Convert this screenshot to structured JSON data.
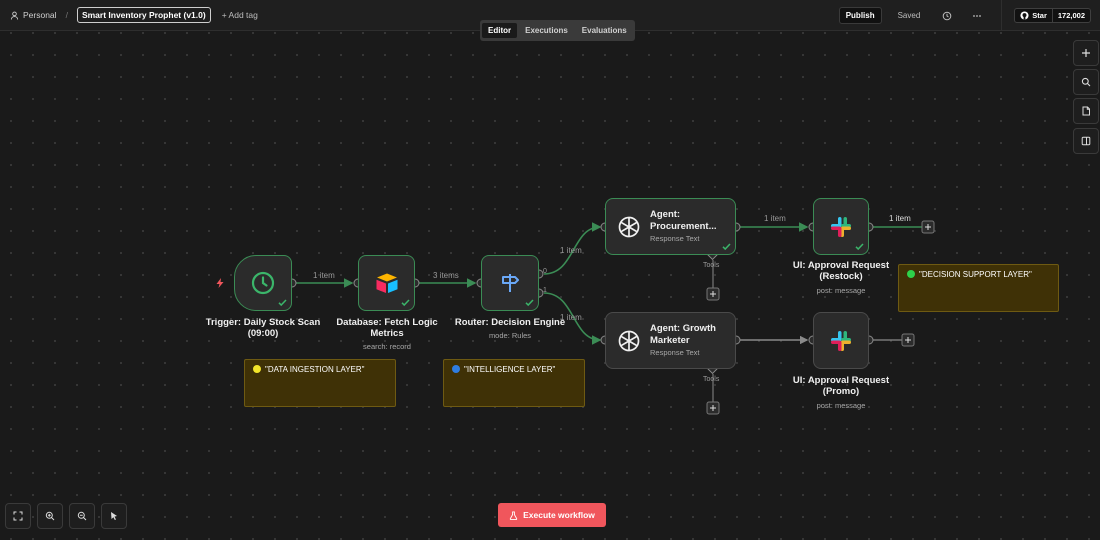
{
  "topbar": {
    "workspace": "Personal",
    "workflow_name": "Smart Inventory Prophet (v1.0)",
    "add_tag": "+ Add tag",
    "publish": "Publish",
    "saved": "Saved",
    "star": "Star",
    "star_count": "172,002"
  },
  "tabs": [
    "Editor",
    "Executions",
    "Evaluations"
  ],
  "active_tab": "Editor",
  "nodes": {
    "trigger": {
      "title": "Trigger: Daily Stock Scan (09:00)"
    },
    "database": {
      "title": "Database: Fetch Logic Metrics",
      "sub": "search: record"
    },
    "router": {
      "title": "Router: Decision Engine",
      "sub": "mode: Rules",
      "out0": "0",
      "out1": "1"
    },
    "agent_procurement": {
      "title": "Agent: Procurement...",
      "sub": "Response Text",
      "tools": "Tools"
    },
    "agent_growth": {
      "title": "Agent: Growth Marketer",
      "sub": "Response Text",
      "tools": "Tools"
    },
    "ui_restock": {
      "title": "UI: Approval Request (Restock)",
      "sub": "post: message"
    },
    "ui_promo": {
      "title": "UI: Approval Request (Promo)",
      "sub": "post: message"
    }
  },
  "wire_labels": {
    "trigger_db": "1 item",
    "db_router": "3 items",
    "router_procurement": "1 item",
    "router_growth": "1 item",
    "procurement_restock": "1 item",
    "restock_out": "1 item"
  },
  "stickies": {
    "ingestion": {
      "text": "\"DATA INGESTION LAYER\"",
      "color": "#f2e52a"
    },
    "intelligence": {
      "text": "\"INTELLIGENCE LAYER\"",
      "color": "#2f7de1"
    },
    "decision": {
      "text": "\"DECISION SUPPORT LAYER\"",
      "color": "#2ed14a"
    }
  },
  "execute_button": "Execute workflow",
  "colors": {
    "success": "#3b8c55",
    "execute": "#f0565c",
    "sticky_bg": "#3f3106"
  }
}
